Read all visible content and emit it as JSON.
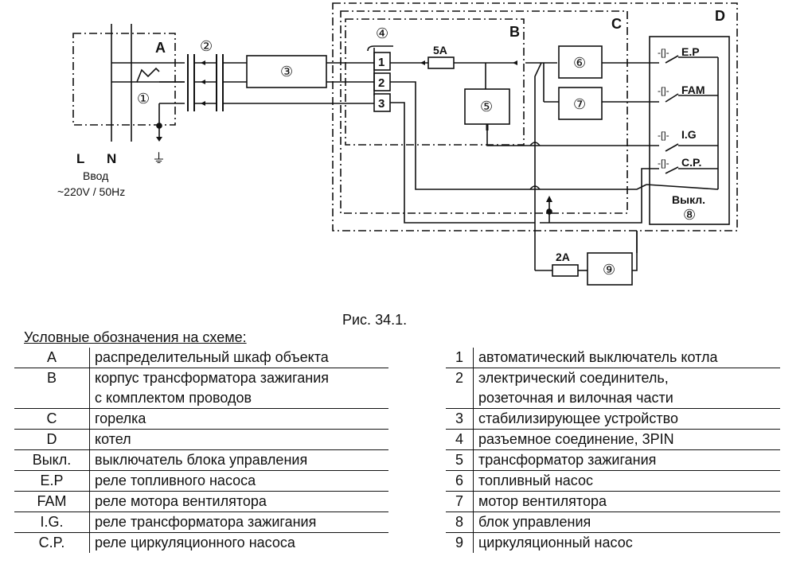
{
  "diagram": {
    "zones": {
      "A": "A",
      "B": "B",
      "C": "C",
      "D": "D"
    },
    "components": {
      "n1": "1",
      "n2": "2",
      "n3": "3",
      "n4": "4",
      "n5": "5",
      "n6": "6",
      "n7": "7",
      "n8": "8",
      "n9": "9",
      "c1": "①",
      "c2": "②",
      "c3": "③",
      "c4": "④",
      "c5": "⑤",
      "c6": "⑥",
      "c7": "⑦",
      "c8": "⑧",
      "c9": "⑨"
    },
    "fuse_5a": "5A",
    "fuse_2a": "2A",
    "relays": [
      "E.P",
      "FAM",
      "I.G",
      "C.P."
    ],
    "switch_label": "Выкл.",
    "line_L": "L",
    "line_N": "N",
    "input_label": "Ввод",
    "input_voltage": "~220V / 50Hz",
    "ground_symbol": "⏚"
  },
  "caption": "Рис. 34.1.",
  "legend_title": "Условные обозначения на схеме:",
  "legend_left": [
    {
      "code": "A",
      "text": "распределительный  шкаф объекта"
    },
    {
      "code": "B",
      "text": "корпус трансформатора зажигания",
      "text2": "с комплектом проводов"
    },
    {
      "code": "C",
      "text": "горелка"
    },
    {
      "code": "D",
      "text": "котел"
    },
    {
      "code": "Выкл.",
      "text": "выключатель блока управления"
    },
    {
      "code": "E.P",
      "text": "реле топливного насоса"
    },
    {
      "code": "FAM",
      "text": "реле мотора вентилятора"
    },
    {
      "code": "I.G.",
      "text": "реле трансформатора зажигания"
    },
    {
      "code": "C.P.",
      "text": "реле циркуляционного насоса"
    }
  ],
  "legend_right": [
    {
      "code": "1",
      "text": "автоматический выключатель котла"
    },
    {
      "code": "2",
      "text": "электрический соединитель,",
      "text2": "розеточная и вилочная части"
    },
    {
      "code": "3",
      "text": "стабилизирующее устройство"
    },
    {
      "code": "4",
      "text": "разъемное соединение, 3PIN"
    },
    {
      "code": "5",
      "text": "трансформатор зажигания"
    },
    {
      "code": "6",
      "text": "топливный насос"
    },
    {
      "code": "7",
      "text": "мотор вентилятора"
    },
    {
      "code": "8",
      "text": "блок управления"
    },
    {
      "code": "9",
      "text": "циркуляционный насос"
    }
  ]
}
